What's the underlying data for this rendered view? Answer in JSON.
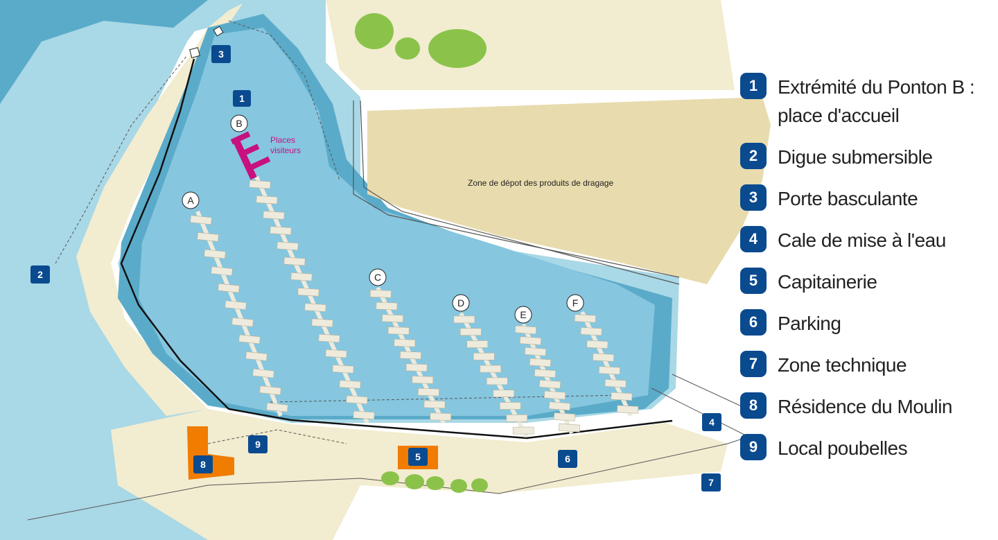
{
  "colors": {
    "sea": "#a9d8e6",
    "channel": "#5aabc9",
    "basin": "#86c6df",
    "land": "#f2ecd0",
    "zone": "#e8dbae",
    "tree": "#8bc34a",
    "building": "#f07c00",
    "marker": "#0a4a8f",
    "visitor": "#c8107e",
    "pontoon": "#eeeadc"
  },
  "map": {
    "zone_label": "Zone de dépot des produits de  dragage",
    "visitor_label_line1": "Places",
    "visitor_label_line2": "visiteurs",
    "pontoons": [
      "A",
      "B",
      "C",
      "D",
      "E",
      "F"
    ],
    "markers": {
      "m1": "1",
      "m2": "2",
      "m3": "3",
      "m4": "4",
      "m5": "5",
      "m6": "6",
      "m7": "7",
      "m8": "8",
      "m9": "9"
    }
  },
  "legend": [
    {
      "num": "1",
      "text": "Extrémité du Ponton B :",
      "text2": "place d'accueil"
    },
    {
      "num": "2",
      "text": "Digue submersible"
    },
    {
      "num": "3",
      "text": "Porte basculante"
    },
    {
      "num": "4",
      "text": "Cale de mise à l'eau"
    },
    {
      "num": "5",
      "text": "Capitainerie"
    },
    {
      "num": "6",
      "text": "Parking"
    },
    {
      "num": "7",
      "text": "Zone technique"
    },
    {
      "num": "8",
      "text": "Résidence du Moulin"
    },
    {
      "num": "9",
      "text": "Local poubelles"
    }
  ]
}
